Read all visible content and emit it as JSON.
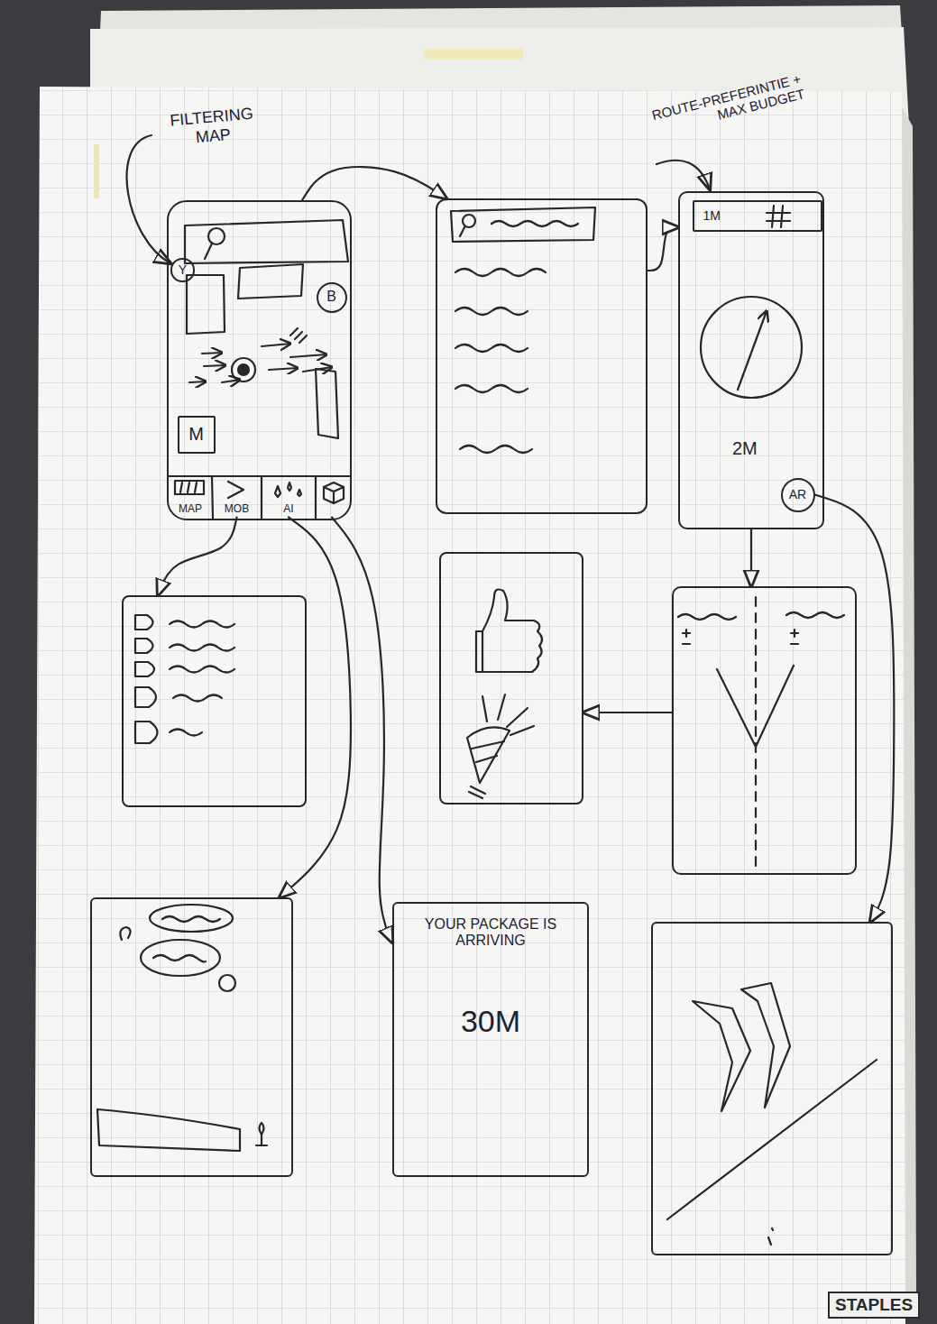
{
  "diagram": {
    "nodes": [
      {
        "text": []
      },
      {
        "text": [
          "Y"
        ],
        "in": 0
      },
      {
        "text": [
          "B"
        ],
        "in": 0
      },
      {
        "text": [
          "M"
        ],
        "in": 0
      },
      {
        "text": [
          "MAP"
        ],
        "in": 0
      },
      {
        "text": [
          "MOB"
        ],
        "in": 0
      },
      {
        "text": [
          "AI"
        ],
        "in": 0
      },
      {
        "text": [],
        "in": 0
      },
      {
        "text": []
      },
      {
        "text": [
          "2M"
        ]
      },
      {
        "text": [
          "1M"
        ],
        "in": 9
      },
      {
        "text": [
          "AR"
        ],
        "in": 9
      },
      {
        "text": []
      },
      {
        "text": []
      },
      {
        "text": []
      },
      {
        "text": []
      },
      {
        "text": [
          "YOUR PACKAGE IS ARRIVING",
          "30M"
        ]
      },
      {
        "text": []
      }
    ],
    "edges": [
      {
        "from": 0,
        "to": 8,
        "arrow": "to"
      },
      {
        "from": 8,
        "to": 9,
        "arrow": "to"
      },
      {
        "from": 9,
        "to": 14,
        "arrow": "to"
      },
      {
        "from": 11,
        "to": 17,
        "arrow": "to"
      },
      {
        "from": 14,
        "to": 13,
        "arrow": "to"
      },
      {
        "from": 5,
        "to": 12,
        "arrow": "to"
      },
      {
        "from": 6,
        "to": 15,
        "arrow": "to"
      },
      {
        "from": 7,
        "to": 16,
        "arrow": "to"
      }
    ],
    "labels": [
      "FILTERING MAP",
      "ROUTE-PREFERINTIE + MAX BUDGET",
      "STAPLES"
    ]
  }
}
